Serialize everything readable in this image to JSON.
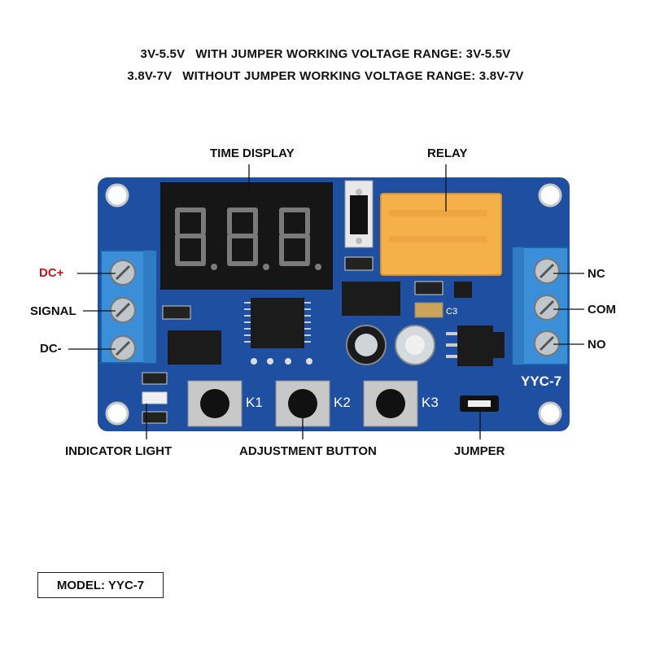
{
  "specs": {
    "line1": "3V-5.5V   WITH JUMPER WORKING VOLTAGE RANGE: 3V-5.5V",
    "line2": "3.8V-7V   WITHOUT JUMPER WORKING VOLTAGE RANGE: 3.8V-7V"
  },
  "labels": {
    "time_display": "TIME DISPLAY",
    "relay": "RELAY",
    "dc_plus": "DC+",
    "signal": "SIGNAL",
    "dc_minus": "DC-",
    "nc": "NC",
    "com": "COM",
    "no": "NO",
    "indicator_light": "INDICATOR LIGHT",
    "adjustment_button": "ADJUSTMENT BUTTON",
    "jumper": "JUMPER"
  },
  "board": {
    "silkscreen_model": "YYC-7",
    "buttons": [
      "K1",
      "K2",
      "K3"
    ],
    "cap_label": "C3",
    "display_digits": "8.8.8."
  },
  "model": "MODEL: YYC-7",
  "colors": {
    "pcb_blue": "#1f4fa0",
    "terminal_blue": "#3a8fd8",
    "relay_orange": "#f5b04a",
    "dc_plus_red": "#c01818"
  }
}
